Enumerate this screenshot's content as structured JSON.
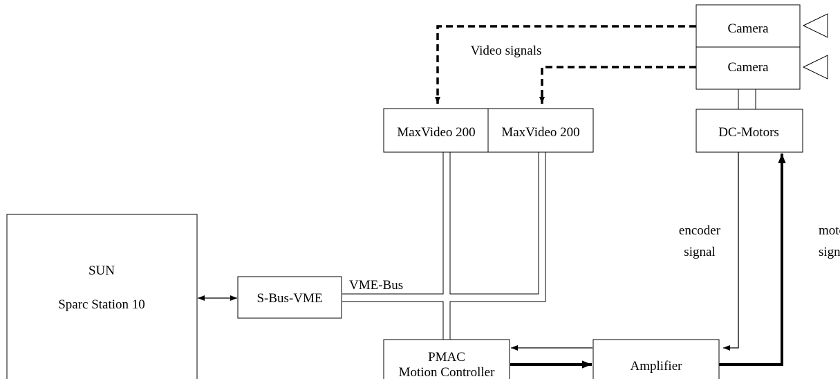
{
  "blocks": {
    "sun_title": "SUN",
    "sun_subtitle": "Sparc Station 10",
    "sbus": "S-Bus-VME",
    "maxvideo_1": "MaxVideo 200",
    "maxvideo_2": "MaxVideo 200",
    "camera_1": "Camera",
    "camera_2": "Camera",
    "dc_motors": "DC-Motors",
    "pmac_line1": "PMAC",
    "pmac_line2": "Motion Controller",
    "amplifier": "Amplifier"
  },
  "labels": {
    "video_signals": "Video signals",
    "vme_bus": "VME-Bus",
    "encoder_line1": "encoder",
    "encoder_line2": "signal",
    "motor_line1": "motor",
    "motor_line2": "signal"
  }
}
